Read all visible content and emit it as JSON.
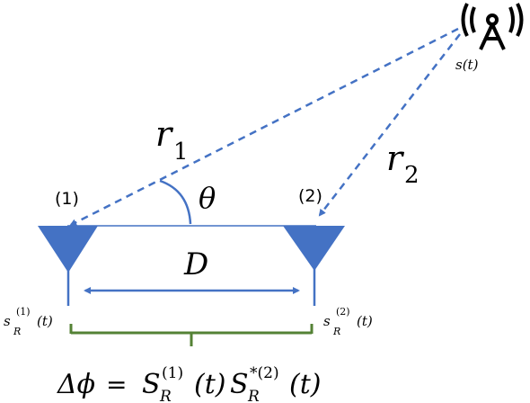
{
  "source": {
    "label": "s(t)",
    "icon": "radio-tower-icon"
  },
  "paths": {
    "r1": {
      "base": "r",
      "sub": "1"
    },
    "r2": {
      "base": "r",
      "sub": "2"
    }
  },
  "angle": {
    "symbol": "θ"
  },
  "antennas": [
    {
      "index": "(1)",
      "signal_base": "s",
      "signal_sub": "R",
      "signal_sup": "(1)",
      "signal_arg": "(t)"
    },
    {
      "index": "(2)",
      "signal_base": "s",
      "signal_sub": "R",
      "signal_sup": "(2)",
      "signal_arg": "(t)"
    }
  ],
  "baseline": {
    "label": "D"
  },
  "equation": {
    "lhs": "Δϕ",
    "eq": "=",
    "term1_base": "S",
    "term1_sub": "R",
    "term1_sup": "(1)",
    "term1_arg": "(t)",
    "term2_base": "S",
    "term2_sub": "R",
    "term2_sup": "*(2)",
    "term2_arg": "(t)"
  },
  "colors": {
    "blue": "#4472C4",
    "green": "#548235",
    "text": "#000000"
  }
}
